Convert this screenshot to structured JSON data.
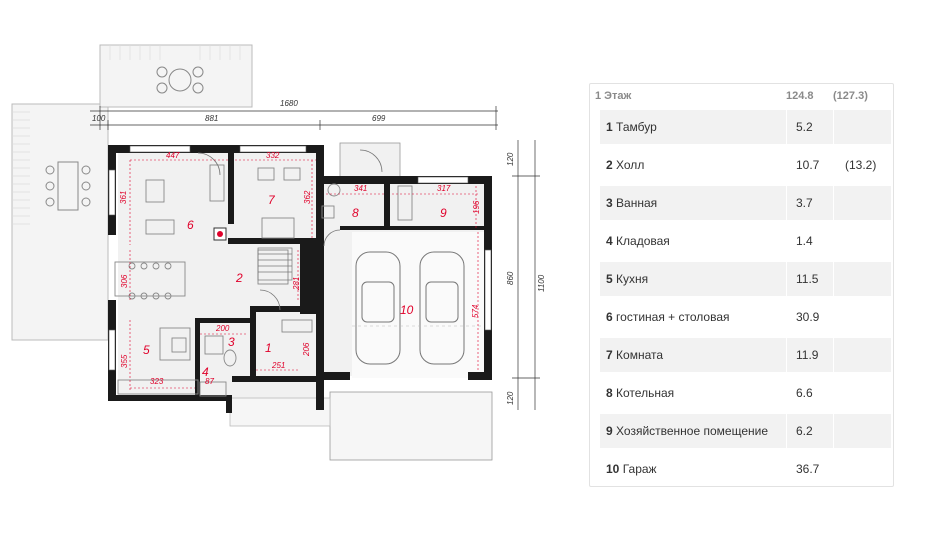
{
  "plan": {
    "overall_dims": {
      "top": "1680",
      "seg_a": "100",
      "seg_b": "881",
      "seg_c": "699",
      "right_total": "1100",
      "right_top": "120",
      "right_mid": "860",
      "right_bot": "120"
    },
    "room_numbers": [
      "1",
      "2",
      "3",
      "4",
      "5",
      "6",
      "7",
      "8",
      "9",
      "10"
    ],
    "inner_dims": {
      "d447": "447",
      "d332": "332",
      "d341": "341",
      "d317": "317",
      "d361": "361",
      "d362": "362",
      "d196": "196",
      "d306": "306",
      "d281": "281",
      "d574": "574",
      "d200": "200",
      "d355": "355",
      "d323": "323",
      "d87": "87",
      "d251": "251",
      "d206": "206"
    }
  },
  "table": {
    "header": {
      "label": "1 Этаж",
      "area": "124.8",
      "area_alt": "(127.3)"
    },
    "rows": [
      {
        "num": "1",
        "name": "Тамбур",
        "area": "5.2",
        "alt": ""
      },
      {
        "num": "2",
        "name": "Холл",
        "area": "10.7",
        "alt": "(13.2)"
      },
      {
        "num": "3",
        "name": "Ванная",
        "area": "3.7",
        "alt": ""
      },
      {
        "num": "4",
        "name": "Кладовая",
        "area": "1.4",
        "alt": ""
      },
      {
        "num": "5",
        "name": "Кухня",
        "area": "11.5",
        "alt": ""
      },
      {
        "num": "6",
        "name": "гостиная + столовая",
        "area": "30.9",
        "alt": ""
      },
      {
        "num": "7",
        "name": "Комната",
        "area": "11.9",
        "alt": ""
      },
      {
        "num": "8",
        "name": "Котельная",
        "area": "6.6",
        "alt": ""
      },
      {
        "num": "9",
        "name": "Хозяйственное помещение",
        "area": "6.2",
        "alt": ""
      },
      {
        "num": "10",
        "name": "Гараж",
        "area": "36.7",
        "alt": ""
      }
    ]
  }
}
